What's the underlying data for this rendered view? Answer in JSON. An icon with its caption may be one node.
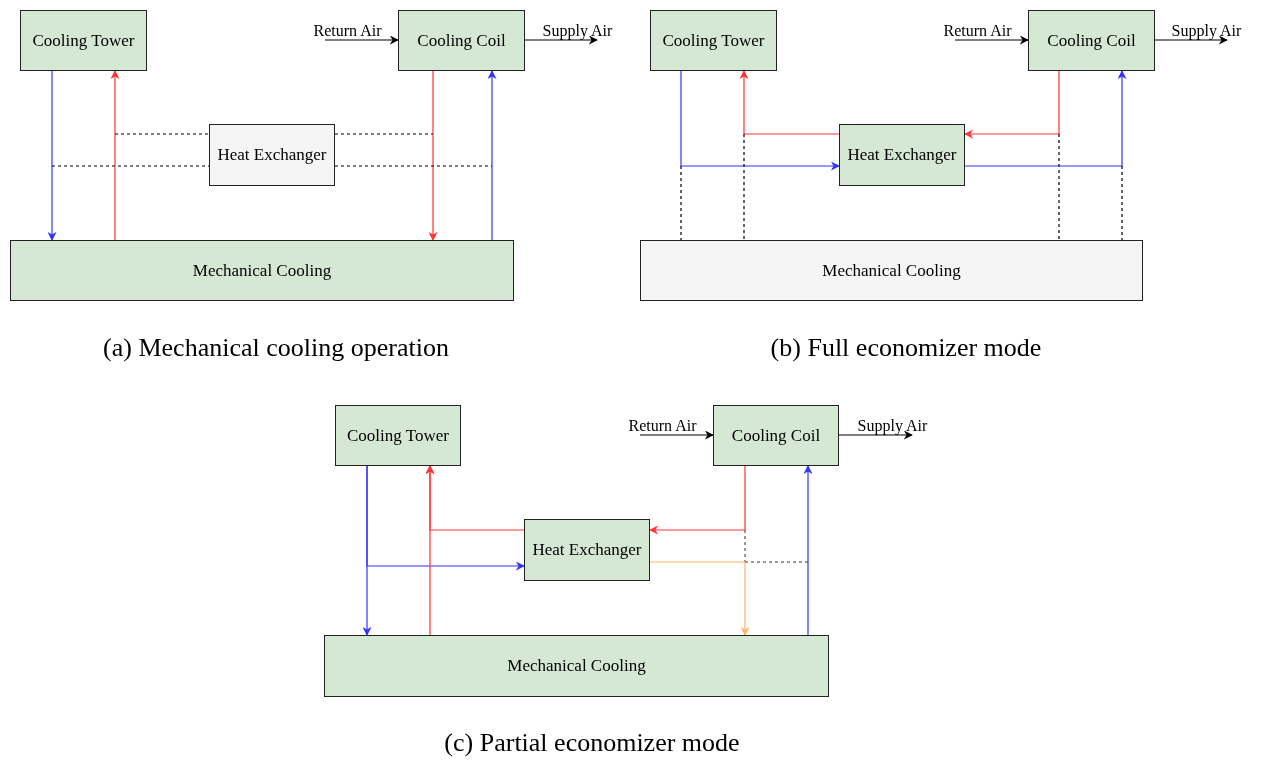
{
  "diagram": {
    "nodes": [
      {
        "text": [
          "Cooling Tower"
        ]
      },
      {
        "text": [
          "Return Air"
        ]
      },
      {
        "text": [
          "Cooling Coil"
        ]
      },
      {
        "text": [
          "Supply Air"
        ]
      },
      {
        "text": [
          "Heat Exchanger"
        ]
      },
      {
        "text": [
          "Mechanical Cooling"
        ]
      },
      {
        "text": [
          "Cooling Tower"
        ]
      },
      {
        "text": [
          "Return Air"
        ]
      },
      {
        "text": [
          "Cooling Coil"
        ]
      },
      {
        "text": [
          "Supply Air"
        ]
      },
      {
        "text": [
          "Heat Exchanger"
        ]
      },
      {
        "text": [
          "Mechanical Cooling"
        ]
      },
      {
        "text": [
          "Cooling Tower"
        ]
      },
      {
        "text": [
          "Return Air"
        ]
      },
      {
        "text": [
          "Cooling Coil"
        ]
      },
      {
        "text": [
          "Supply Air"
        ]
      },
      {
        "text": [
          "Heat Exchanger"
        ]
      },
      {
        "text": [
          "Mechanical Cooling"
        ]
      }
    ],
    "edges": [
      {
        "from": 0,
        "to": 5,
        "arrow": "to",
        "color": "#3333ff"
      },
      {
        "from": 5,
        "to": 0,
        "arrow": "to",
        "color": "#ff3333"
      },
      {
        "from": 2,
        "to": 5,
        "arrow": "to",
        "color": "#ff3333"
      },
      {
        "from": 5,
        "to": 2,
        "arrow": "to",
        "color": "#3333ff"
      },
      {
        "from": 1,
        "to": 2,
        "arrow": "to"
      },
      {
        "from": 2,
        "to": 3,
        "arrow": "to"
      },
      {
        "from": null,
        "to": 4,
        "arrow": "none",
        "style": "dashed"
      },
      {
        "from": 4,
        "to": null,
        "arrow": "none",
        "style": "dashed"
      },
      {
        "from": null,
        "to": 4,
        "arrow": "none",
        "style": "dashed"
      },
      {
        "from": 4,
        "to": null,
        "arrow": "none",
        "style": "dashed"
      },
      {
        "from": 6,
        "to": 10,
        "arrow": "to",
        "color": "#3333ff"
      },
      {
        "from": 10,
        "to": 6,
        "arrow": "to",
        "color": "#ff3333"
      },
      {
        "from": 8,
        "to": 10,
        "arrow": "to",
        "color": "#ff3333"
      },
      {
        "from": 10,
        "to": 8,
        "arrow": "to",
        "color": "#3333ff"
      },
      {
        "from": 7,
        "to": 8,
        "arrow": "to"
      },
      {
        "from": 8,
        "to": 9,
        "arrow": "to"
      },
      {
        "from": null,
        "to": 11,
        "arrow": "none",
        "style": "dashed"
      },
      {
        "from": null,
        "to": 11,
        "arrow": "none",
        "style": "dashed"
      },
      {
        "from": null,
        "to": 11,
        "arrow": "none",
        "style": "dashed"
      },
      {
        "from": null,
        "to": 11,
        "arrow": "none",
        "style": "dashed"
      },
      {
        "from": 12,
        "to": 17,
        "arrow": "to",
        "color": "#3333ff"
      },
      {
        "from": 12,
        "to": 16,
        "arrow": "to",
        "color": "#3333ff"
      },
      {
        "from": 17,
        "to": 12,
        "arrow": "to",
        "color": "#ff3333"
      },
      {
        "from": 16,
        "to": 12,
        "arrow": "to",
        "color": "#ff3333"
      },
      {
        "from": 14,
        "to": 16,
        "arrow": "to",
        "color": "#ff3333"
      },
      {
        "from": 16,
        "to": 17,
        "arrow": "to",
        "color": "#ffb366"
      },
      {
        "from": 17,
        "to": 14,
        "arrow": "to",
        "color": "#3333ff"
      },
      {
        "from": 13,
        "to": 14,
        "arrow": "to"
      },
      {
        "from": 14,
        "to": 15,
        "arrow": "to"
      }
    ],
    "labels": [
      "(a) Mechanical cooling operation",
      "(b) Full economizer mode",
      "(c) Partial economizer mode"
    ]
  }
}
